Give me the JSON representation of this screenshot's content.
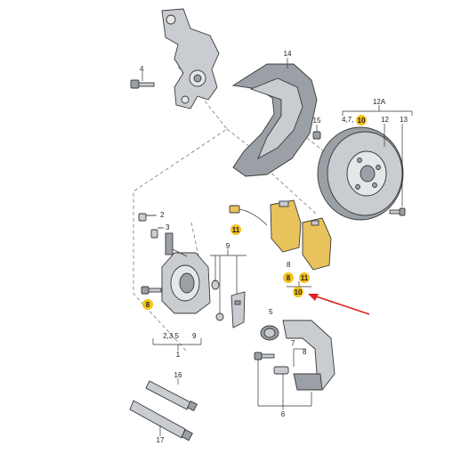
{
  "colors": {
    "highlight_tag": "#f3c21b",
    "metal": "#c9ccd0",
    "pad_gold": "#e8c25a",
    "arrow": "#e02020"
  },
  "labels": {
    "l1": "1",
    "l2": "2",
    "l3": "3",
    "l4": "4",
    "l5": "5",
    "l6": "6",
    "l7": "7",
    "l8_top": "8",
    "l9_top": "9",
    "l9_side": "9",
    "l12": "12",
    "l12a": "12A",
    "l13": "13",
    "l14": "14",
    "l15": "15",
    "l16": "16",
    "l17": "17",
    "g235": "2,3,5",
    "g47": "4,7,",
    "l8_side": "8"
  },
  "tags": {
    "t8_caliper": "8",
    "t11_sensor": "11",
    "t8_pad": "8",
    "t11_pad": "11",
    "t10_pad": "10",
    "t10_disc": "10"
  }
}
